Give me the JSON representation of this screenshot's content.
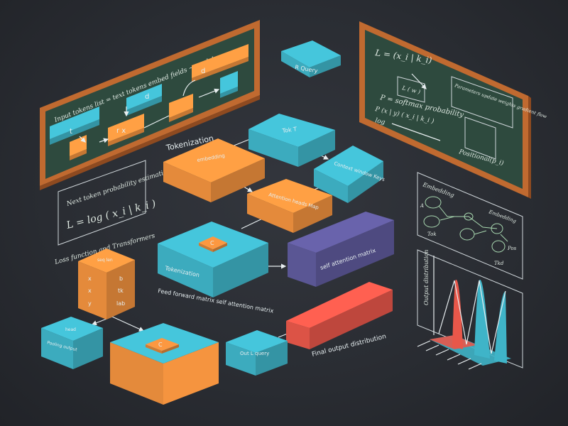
{
  "colors": {
    "background": "#2a2d33",
    "orange": "#f0913e",
    "teal": "#3fb4c8",
    "purple": "#5f5a9c",
    "red": "#e8574a",
    "chalkboard": "#2e4a3e",
    "frame": "#c06a30"
  },
  "left_board": {
    "header": "Input tokens  list  =  text  tokens  embed  fields  ~ model",
    "box_labels": [
      "t",
      "d",
      "r  x",
      "d"
    ]
  },
  "right_board": {
    "formula": "L = (x_i | k_i)",
    "inner_box": "L ( w )",
    "note": "Parameters update weights gradient flow",
    "probability": "P = softmax probability",
    "formula2": "P (x | y) ( x_i | k_i )",
    "log": "log",
    "footer": "Positional(p_i)"
  },
  "blocks": {
    "top_tile": "R  Query",
    "tokenization_label": "Tokenization",
    "tokenization_block": "embedding",
    "teal_top": "Tok  T",
    "teal_right": "Context window  Keys",
    "orange_mid": "Attention heads  Map",
    "teal_big": "Tokenization",
    "teal_big_tile": "C",
    "purple": "self attention matrix",
    "cube_top": "seq len",
    "cube_left": [
      "x",
      "x",
      "y"
    ],
    "cube_right": [
      "b",
      "tk",
      "lab"
    ],
    "teal_small": "Pooling  output",
    "teal_small_top": "head",
    "big_bottom_tile": "C",
    "teal_bottom": "Out  L  query",
    "red_label": "Final output distribution",
    "feed_forward_label": "Feed forward matrix   self attention matrix"
  },
  "formula_panel": {
    "title": "Next token probability estimations",
    "formula": "L = log ( x_i | k_i )",
    "caption": "Loss  function  and  Transformers"
  },
  "embedding_panel": {
    "title": "Embedding",
    "labels": [
      "A",
      "Embedding",
      "Tok",
      "Pos",
      "Tkd"
    ]
  },
  "chart_panel": {
    "axis_label": "Output distribution",
    "peak_colors": [
      "#e8574a",
      "#3fb4c8",
      "#3fb4c8"
    ]
  }
}
